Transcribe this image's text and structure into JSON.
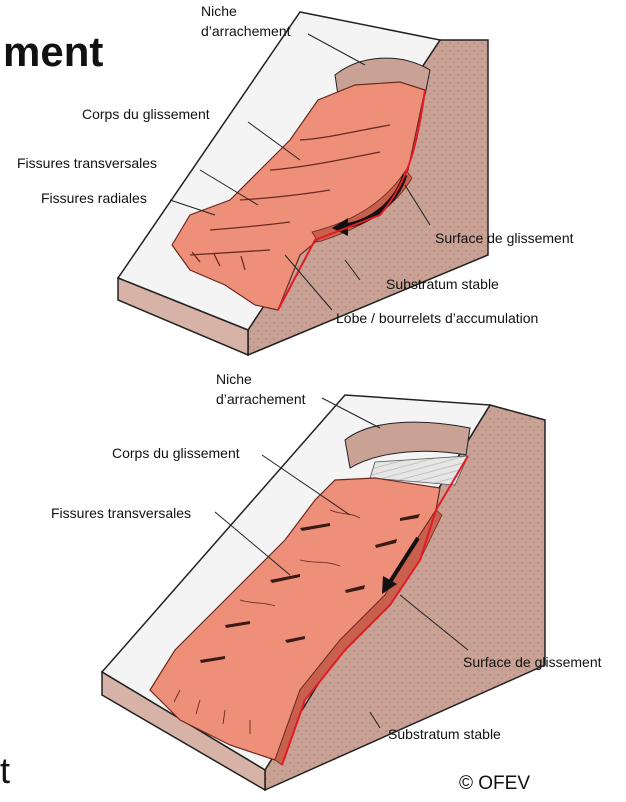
{
  "title_fragment": "ment",
  "bottom_fragment": "t",
  "credit": "© OFEV",
  "diagram_top": {
    "labels": {
      "niche_line1": "Niche",
      "niche_line2": "d’arrachement",
      "corps": "Corps du glissement",
      "fissures_transversales": "Fissures transversales",
      "fissures_radiales": "Fissures radiales",
      "surface": "Surface de glissement",
      "substratum": "Substratum stable",
      "lobe": "Lobe / bourrelets d’accumulation"
    }
  },
  "diagram_bottom": {
    "labels": {
      "niche_line1": "Niche",
      "niche_line2": "d’arrachement",
      "corps": "Corps du glissement",
      "fissures_transversales": "Fissures transversales",
      "surface": "Surface de glissement",
      "substratum": "Substratum stable"
    }
  },
  "colors": {
    "slide_body": "#ee8f7a",
    "slide_dark": "#c9604e",
    "bedrock": "#c9a195",
    "slope_face": "#f4f4f4",
    "slip_line": "#e21b24",
    "outline": "#222222"
  }
}
